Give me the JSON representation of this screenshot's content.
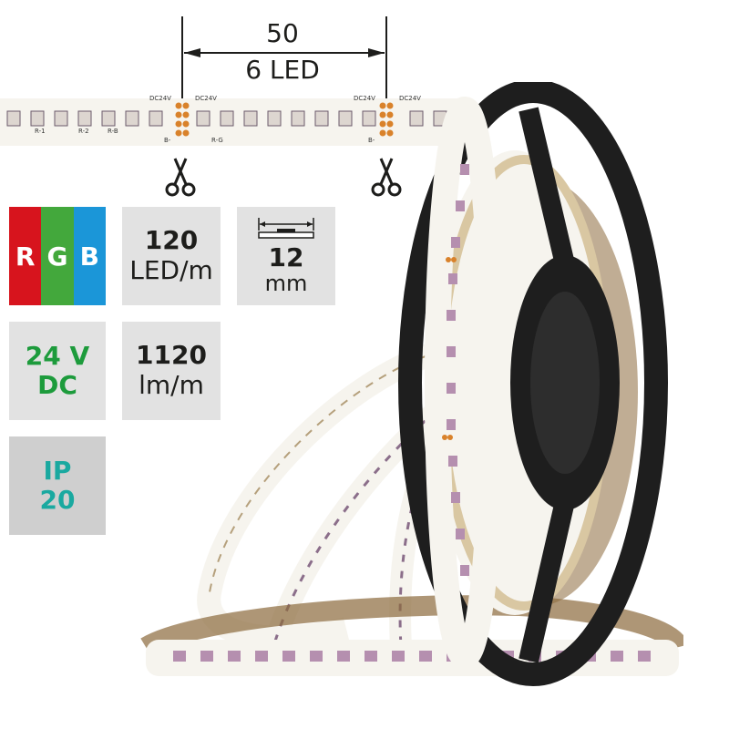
{
  "dimension": {
    "length": "50",
    "leds": "6 LED"
  },
  "strip_labels": {
    "power": "DC24V",
    "segments": [
      "R-1",
      "R-2",
      "R-B",
      "R-G",
      "B-",
      "B-"
    ]
  },
  "badges": {
    "rgb": {
      "letters": [
        "R",
        "G",
        "B"
      ],
      "colors": [
        "#d7141d",
        "#43a83c",
        "#1b96d8"
      ]
    },
    "led_density": {
      "value": "120",
      "unit": "LED/m"
    },
    "width": {
      "value": "12",
      "unit": "mm"
    },
    "voltage": {
      "line1": "24 V",
      "line2": "DC",
      "color": "#1d9b3c"
    },
    "luminous_flux": {
      "value": "1120",
      "unit": "lm/m"
    },
    "ip_rating": {
      "line1": "IP",
      "line2": "20",
      "color": "#1aa9a0"
    }
  },
  "colors": {
    "tile_bg": "#e2e2e2",
    "reel": "#1e1e1e",
    "strip": "#f6f4ee",
    "copper": "#d9822b"
  }
}
